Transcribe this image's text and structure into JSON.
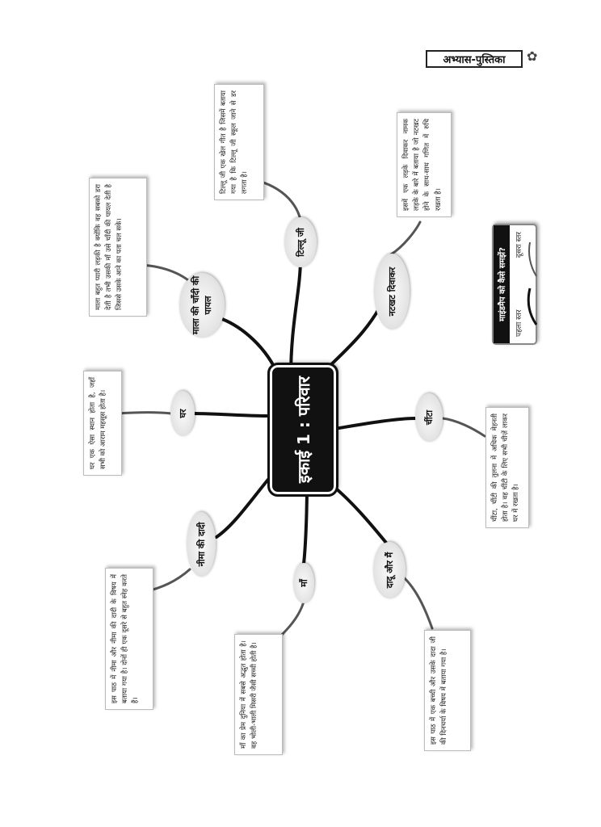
{
  "header": {
    "badge": "अभ्यास-पुस्तिका",
    "badge_icon": "ladybug-icon"
  },
  "center": {
    "title": "इकाई 1 : परिवार"
  },
  "topics": [
    {
      "label": "टिल्लू जी",
      "note": "टिल्लू जी एक खेल गीत है जिसमें बताया गया है कि टिल्लू जी स्कूल जाने से डर लगता है।"
    },
    {
      "label": "नटखट दिवाकर",
      "note": "इसमें एक लड़के दिवाकर नामक लड़के के बारे में बताया है जो नटखट होने के साथ-साथ गणित में रुचि रखता है।"
    },
    {
      "label": "माला की चाँदी की पायल",
      "note": "माला बहुत प्यारी लड़की है क्योंकि वह सबको डरा देती है तभी उसकी माँ उसे चाँदी की पायल देती है जिससे उसके आने का पता चल सके।"
    },
    {
      "label": "घर",
      "note": "घर एक ऐसा स्थान होता है, जहाँ सभी को आराम महसूस होता है।"
    },
    {
      "label": "चींटा",
      "note": "चींटा, चींटी की तुलना में अधिक मेहनती होता है। वह चींटी के लिए सभी चीज़ें लाकर घर में रखता है।"
    },
    {
      "label": "नीमा की दादी",
      "note": "इस पाठ में नीमा और नीमा की दादी के विषय में बताया गया है। दोनों ही एक दूसरे से बहुत स्नेह करते हैं।"
    },
    {
      "label": "माँ",
      "note": "माँ का प्रेम दुनिया में सबसे अद्भुत होता है। वह भोली-भाली मिसरी जैसी सच्ची होती है।"
    },
    {
      "label": "दादू और मैं",
      "note": "इस पाठ में एक बच्ची और उसके दादा जी की दिनचर्या के विषय में बताया गया है।"
    }
  ],
  "mind_map_help": {
    "title": "माइंडमैप को कैसे समझें?",
    "level1": "पहला स्तर",
    "level2": "दूसरा स्तर"
  }
}
